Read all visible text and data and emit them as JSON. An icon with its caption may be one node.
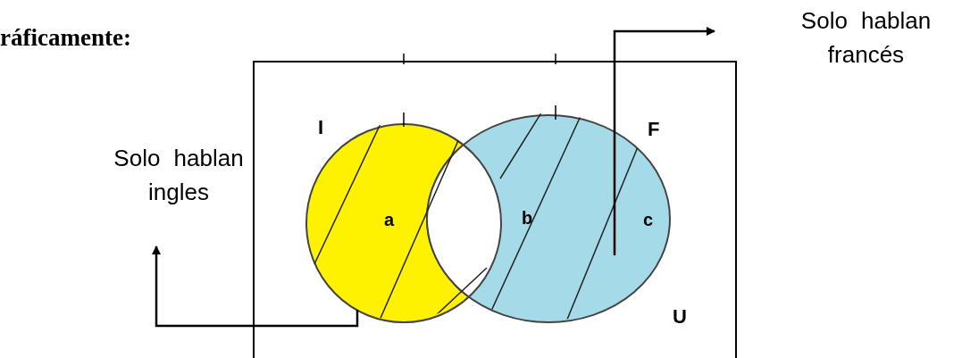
{
  "diagram": {
    "title": "ráficamente:",
    "nodes": [
      {
        "text": [
          "U"
        ]
      },
      {
        "text": [
          "I",
          "a"
        ],
        "in": 0
      },
      {
        "text": [
          "F",
          "c"
        ],
        "in": 0
      },
      {
        "text": [
          "Solo hablan ingles"
        ]
      },
      {
        "text": [
          "Solo hablan francés"
        ]
      }
    ],
    "edges": [
      {
        "from": 1,
        "to": 3,
        "arrow": "to"
      },
      {
        "from": 2,
        "to": 4,
        "arrow": "to"
      }
    ],
    "labels": [
      "b"
    ]
  }
}
